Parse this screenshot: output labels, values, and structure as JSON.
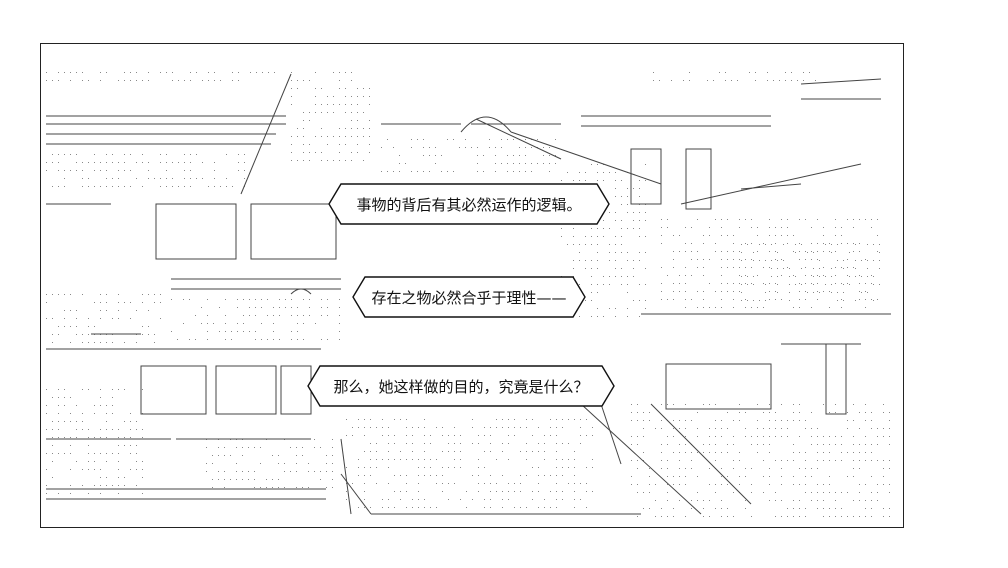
{
  "scene": {
    "background": "#ffffff",
    "ink": "#444444"
  },
  "dialogue": [
    "事物的背后有其必然运作的逻辑。",
    "存在之物必然合乎于理性——",
    "那么，她这样做的目的，究竟是什么？"
  ]
}
